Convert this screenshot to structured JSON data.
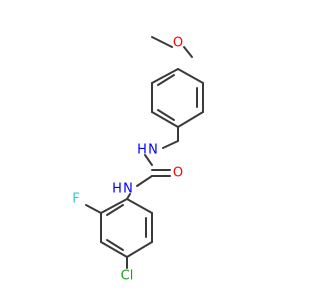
{
  "molecule": {
    "atoms": {
      "oxygen_methoxy": {
        "symbol": "O",
        "color": "#ff0000"
      },
      "nitrogen_benzyl": {
        "symbol": "N",
        "color": "#0000ff"
      },
      "hydrogen_benzyl": {
        "symbol": "H",
        "color": "#0000ff"
      },
      "oxygen_carbonyl": {
        "symbol": "O",
        "color": "#ff0000"
      },
      "nitrogen_aryl": {
        "symbol": "N",
        "color": "#0000ff"
      },
      "hydrogen_aryl": {
        "symbol": "H",
        "color": "#0000ff"
      },
      "fluorine": {
        "symbol": "F",
        "color": "#33cccc"
      },
      "chlorine": {
        "symbol": "Cl",
        "color": "#1fa01f"
      }
    },
    "bond_color": "#3a3a3a"
  }
}
